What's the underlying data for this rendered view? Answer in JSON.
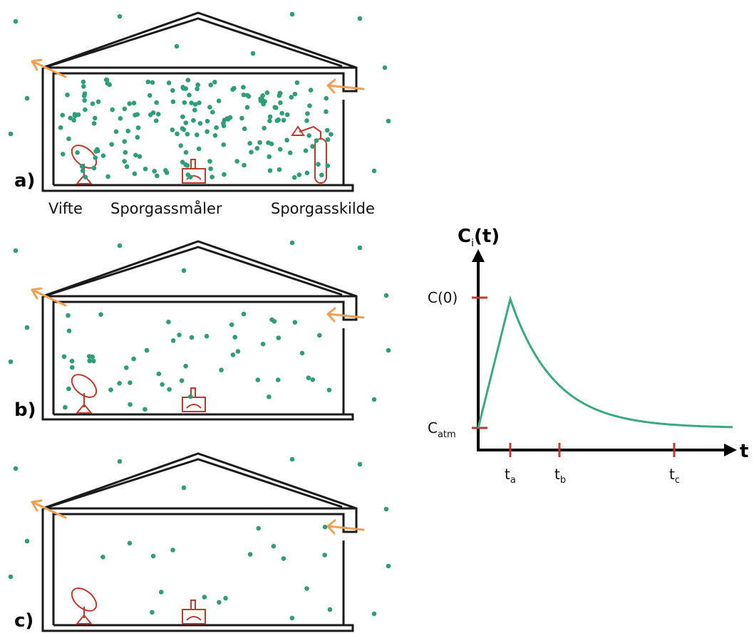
{
  "labels": {
    "panel_a": "a)",
    "panel_b": "b)",
    "panel_c": "c)",
    "fan": "Vifte",
    "meter": "Sporgassmåler",
    "source": "Sporgasskilde"
  },
  "chart_data": {
    "type": "line",
    "title": "",
    "ylabel": {
      "main": "C",
      "sub": "i",
      "suffix": "(t)"
    },
    "xlabel": "t",
    "y_ticks": [
      {
        "label": "C(0)"
      },
      {
        "main": "C",
        "sub": "atm"
      }
    ],
    "x_ticks": [
      {
        "main": "t",
        "sub": "a"
      },
      {
        "main": "t",
        "sub": "b"
      },
      {
        "main": "t",
        "sub": "c"
      }
    ],
    "series": [
      {
        "color": "#3aa981",
        "description_points": [
          {
            "phase": "baseline",
            "t": 0,
            "c": "Catm"
          },
          {
            "phase": "rise",
            "t": "ta",
            "c": "C(0)"
          },
          {
            "phase": "decay",
            "t": "tc",
            "c": "Catm"
          }
        ]
      }
    ]
  },
  "colors": {
    "dots": "#2e9e7a",
    "curve": "#3aa981",
    "devices": "#c0392b",
    "airflow": "#f0a050"
  }
}
